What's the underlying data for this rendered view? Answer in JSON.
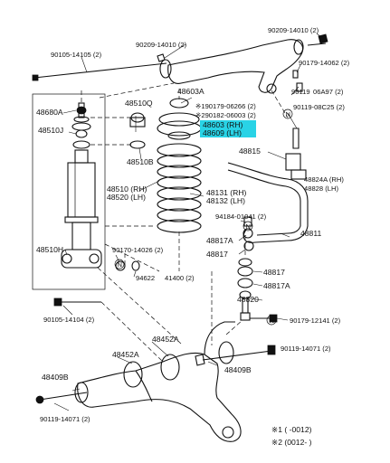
{
  "diagram": {
    "part_labels": [
      "90209-14010 (2)",
      "90209-14010 (2)",
      "90105-14105 (2)",
      "90179-14062 (2)",
      "48603A",
      "90119",
      "06A97 (2)",
      "※190179-06266 (2)",
      "※290182-06003 (2)",
      "90119-08C25 (2)",
      "48603 (RH)",
      "48609 (LH)",
      "48680A",
      "48510Q",
      "48510J",
      "48510B",
      "48815",
      "48824A (RH)",
      "48828 (LH)",
      "48510 (RH)",
      "48520 (LH)",
      "48131 (RH)",
      "48132 (LH)",
      "94184-01041 (2)",
      "48811",
      "48817A",
      "48817",
      "48510H",
      "90170-14026 (2)",
      "94622",
      "41400 (2)",
      "48817",
      "48817A",
      "48820",
      "90105-14104 (2)",
      "90179-12141 (2)",
      "48452A",
      "48452A",
      "90119-14071 (2)",
      "48409B",
      "48409B",
      "90119-14071 (2)"
    ],
    "footnotes": [
      "※1 (        -0012)",
      "※2 (0012-         )"
    ],
    "colors": {
      "highlight": "#29d3e6",
      "line": "#111111"
    }
  }
}
